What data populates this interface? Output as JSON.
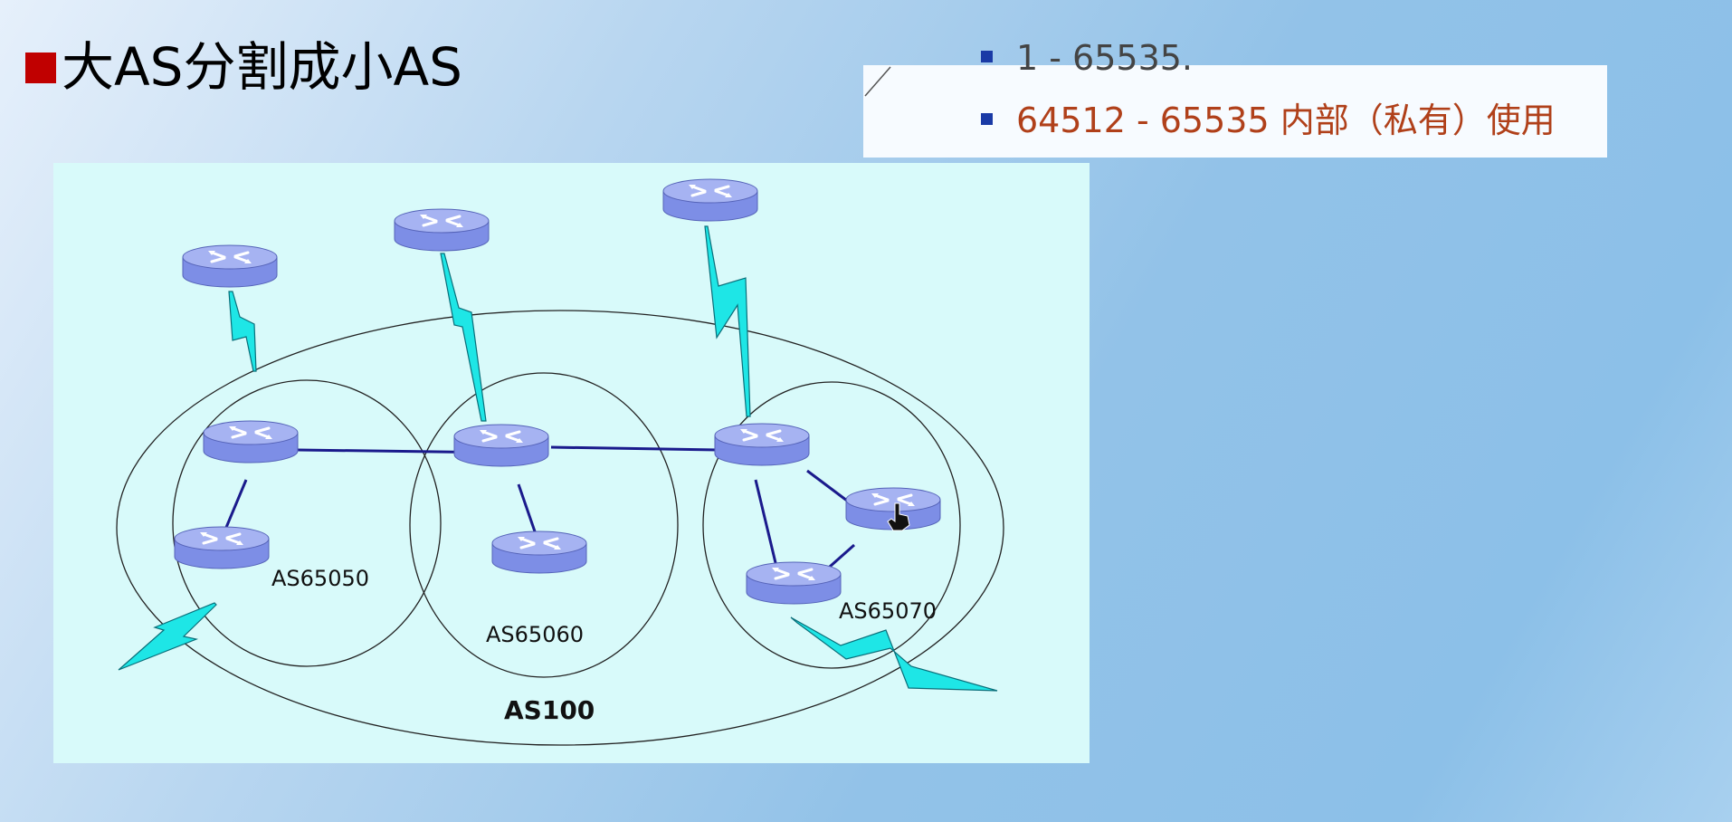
{
  "slide": {
    "title": "大AS分割成小AS",
    "note_line_top": "1 - 65535.",
    "note_line_main": "64512 -  65535 内部（私有）使用"
  },
  "diagram": {
    "outer_as": "AS100",
    "sub_as": [
      "AS65050",
      "AS65060",
      "AS65070"
    ],
    "colors": {
      "background": "#d8fafa",
      "router_body": "#7d8ee6",
      "router_top": "#a6b3f2",
      "link": "#1a1a8c",
      "serial_link": "#1ee6e6"
    }
  }
}
